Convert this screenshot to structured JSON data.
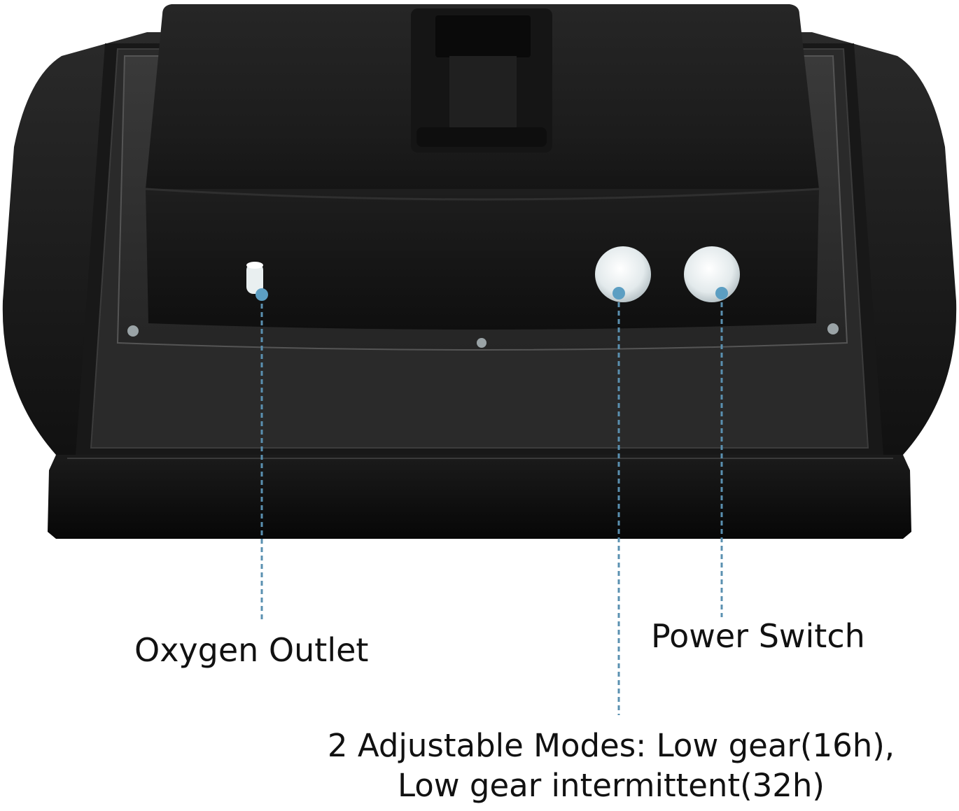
{
  "callouts": {
    "oxygen_outlet": "Oxygen Outlet",
    "power_switch": "Power Switch",
    "modes_line1": "2 Adjustable Modes: Low gear(16h),",
    "modes_line2": "Low gear intermittent(32h)"
  },
  "colors": {
    "device_body": "#1a1a1a",
    "tray": "#121212",
    "callout_dot": "#5c9ec2",
    "callout_line": "#5a90b0",
    "button": "#e8eef0",
    "text": "#111111"
  },
  "icons": {
    "oxygen_outlet": "nozzle-icon",
    "mode_button": "round-button-icon",
    "power_button": "round-button-icon"
  }
}
